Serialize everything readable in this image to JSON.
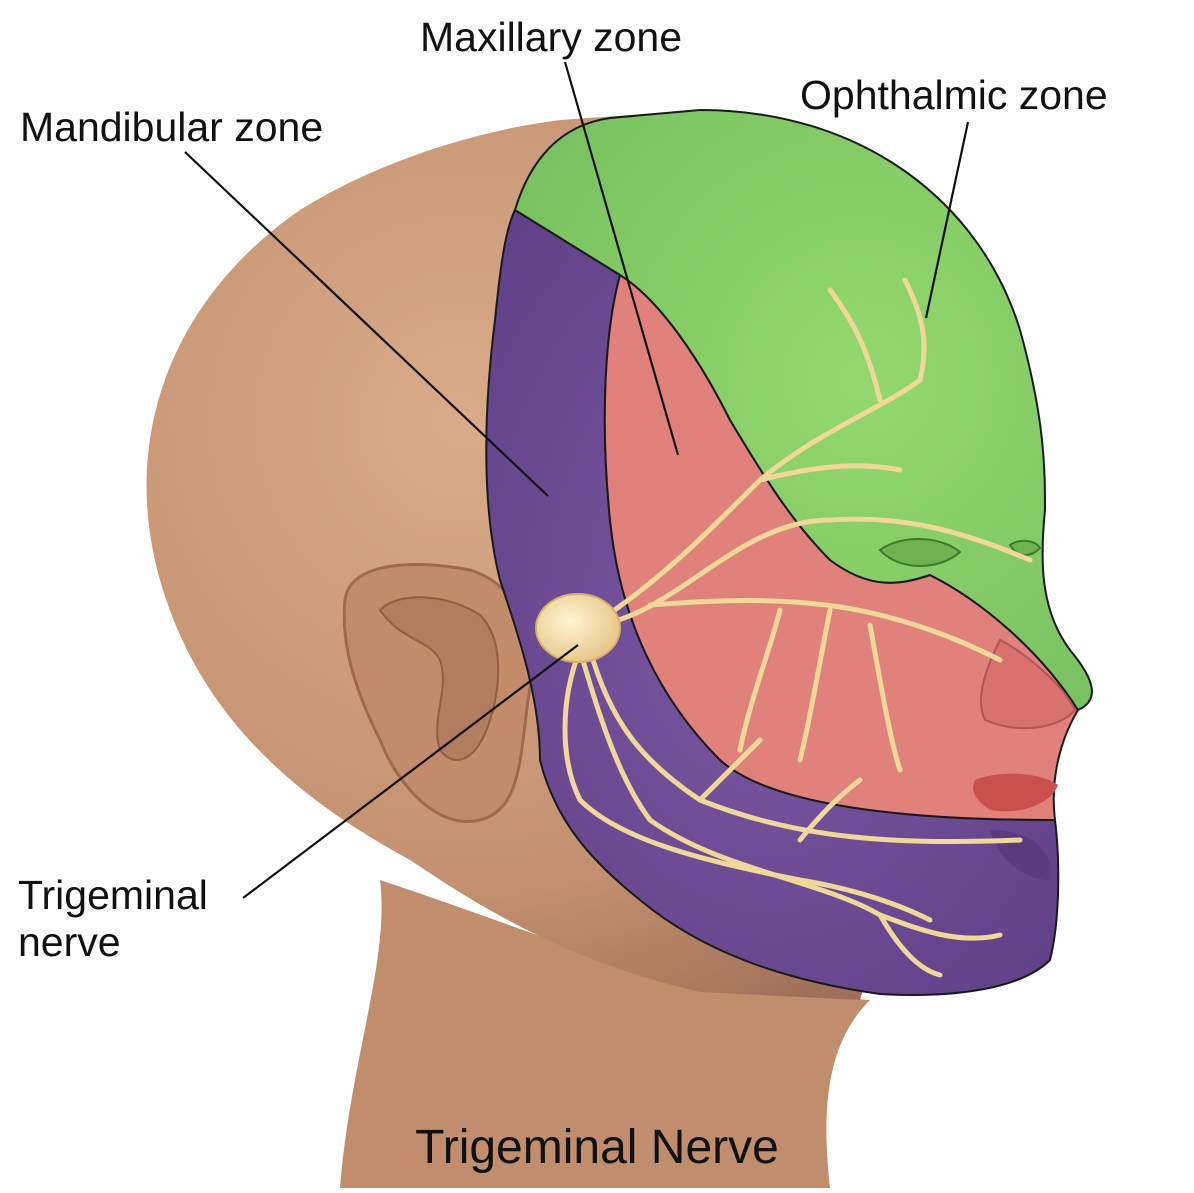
{
  "labels": {
    "maxillary": "Maxillary zone",
    "ophthalmic": "Ophthalmic zone",
    "mandibular": "Mandibular zone",
    "trigeminal_line1": "Trigeminal",
    "trigeminal_line2": "nerve"
  },
  "title": "Trigeminal Nerve",
  "colors": {
    "skin": "#c99b7a",
    "skin_shadow": "#a9785a",
    "ophthalmic_zone": "#8fd16a",
    "maxillary_zone": "#e0817c",
    "mandibular_zone": "#74519a",
    "nerve": "#f0d79a",
    "leader_line": "#111111"
  }
}
